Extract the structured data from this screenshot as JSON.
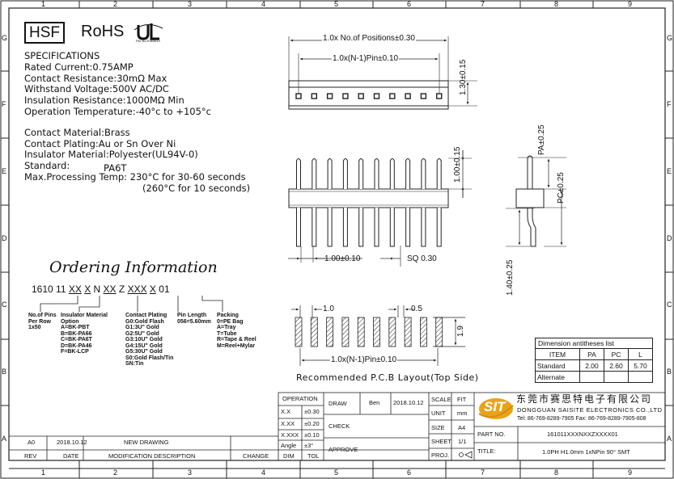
{
  "border": {
    "top_numbers": [
      "1",
      "2",
      "3",
      "4",
      "5",
      "6",
      "7",
      "8",
      "9"
    ],
    "bottom_numbers": [
      "1",
      "2",
      "3",
      "4",
      "5",
      "6",
      "7",
      "8",
      "9"
    ],
    "side_letters": [
      "G",
      "F",
      "E",
      "D",
      "C",
      "B",
      "A"
    ]
  },
  "logos": {
    "hsf": "HSF",
    "rohs": "RoHS",
    "ul_caption": "File No.E363610"
  },
  "specs": {
    "heading": "SPECIFICATIONS",
    "lines1": [
      "Rated Current:0.75AMP",
      "Contact Resistance:30mΩ Max",
      "Withstand Voltage:500V AC/DC",
      "Insulation Resistance:1000MΩ Min",
      "Operation Temperature:-40°c to +105°c"
    ],
    "lines2": [
      "Contact Material:Brass",
      "Contact Plating:Au or Sn Over Ni",
      "Insulator Material:Polyester(UL94V-0)",
      "Standard:",
      "Max.Processing Temp: 230°C for 30-60 seconds",
      "(260°C for 10 seconds)"
    ],
    "standard_value": "PA6T"
  },
  "ordering": {
    "title": "Ordering Information",
    "code": [
      "1610 11 ",
      "XX",
      " ",
      "X",
      " N ",
      "XX",
      " Z ",
      "XXX",
      " ",
      "X",
      " 01"
    ],
    "pins": [
      "No.of Pins",
      "Per Row",
      "1x50"
    ],
    "insulator": [
      "Insulator Material",
      "Option",
      "A=BK-PBT",
      "B=BK-PA66",
      "C=BK-PA6T",
      "D=BK-PA46",
      "F=BK-LCP"
    ],
    "plating": [
      "Contact  Plating",
      "G0:Gold Flash",
      "G1:3U\" Gold",
      "G2:5U\" Gold",
      "G3:10U\" Gold",
      "G4:15U\" Gold",
      "G5:30U\" Gold",
      "S0:Gold Flash/Tin",
      "SN:Tin"
    ],
    "pin_length": [
      "Pin Length",
      "056=5.60mm"
    ],
    "packing": [
      "Packing",
      "0=PE Bag",
      "A=Tray",
      "T=Tube",
      "R=Tape & Reel",
      "M=Reel+Mylar"
    ]
  },
  "dims": {
    "positions": "1.0x No.of Positions±0.30",
    "pin_n1_top": "1.0x(N-1)Pin±0.10",
    "height_130": "1.30±0.15",
    "height_100": "1.00±0.15",
    "pitch": "1.00±0.10",
    "sq": "SQ 0.30",
    "pa": "PA±0.25",
    "pc": "PC±0.25",
    "foot": "1.40±0.25",
    "pcb_10": "1.0",
    "pcb_05": "0.5",
    "pcb_19": "1.9",
    "pin_n1_pcb": "1.0x(N-1)Pin±0.10",
    "pcb_caption": "Recommended P.C.B Layout(Top Side)"
  },
  "dim_table": {
    "title": "Dimension antitheses list",
    "headers": [
      "ITEM",
      "PA",
      "PC",
      "L"
    ],
    "rows": [
      [
        "Standard",
        "2.00",
        "2.60",
        "5.70"
      ],
      [
        "Alternate",
        "",
        "",
        ""
      ]
    ]
  },
  "title_block": {
    "operation": "OPERATION",
    "tolerances": [
      [
        "X.X",
        "±0.30"
      ],
      [
        "X.XX",
        "±0.20"
      ],
      [
        "X.XXX",
        "±0.10"
      ],
      [
        "Angle",
        "±3°"
      ]
    ],
    "dim": "DIM",
    "tol": "TOL",
    "draw": "DRAW",
    "drawer": "Ben",
    "draw_date": "2018.10.12",
    "check": "CHECK",
    "approve": "APPROVE",
    "scale": "SCALE",
    "scale_val": "FIT",
    "unit": "UNIT",
    "unit_val": "mm",
    "size": "SIZE",
    "size_val": "A4",
    "sheet": "SHEET",
    "sheet_val": "1/1",
    "proj": "PROJ.",
    "company_cn": "东莞市赛思特电子有限公司",
    "company_en": "DONGGUAN SAISITE ELECTRONICS CO.,LTD",
    "company_tel": "Tel: 86-769-8289-7905 Fax: 86-769-8289-7905-808",
    "logo": "SIT",
    "part_no_label": "PART NO.",
    "part_no": "161011XXXNXXZXXXX01",
    "title_label": "TITLE:",
    "title": "1.0PH H1.0mm 1xNPin 90° SMT",
    "rev_headers": [
      "REV",
      "DATE",
      "MODIFICATION DESCRIPTION",
      "CHANGE"
    ],
    "rev_row": [
      "A0",
      "2018.10.12",
      "NEW DRAWING",
      ""
    ]
  }
}
